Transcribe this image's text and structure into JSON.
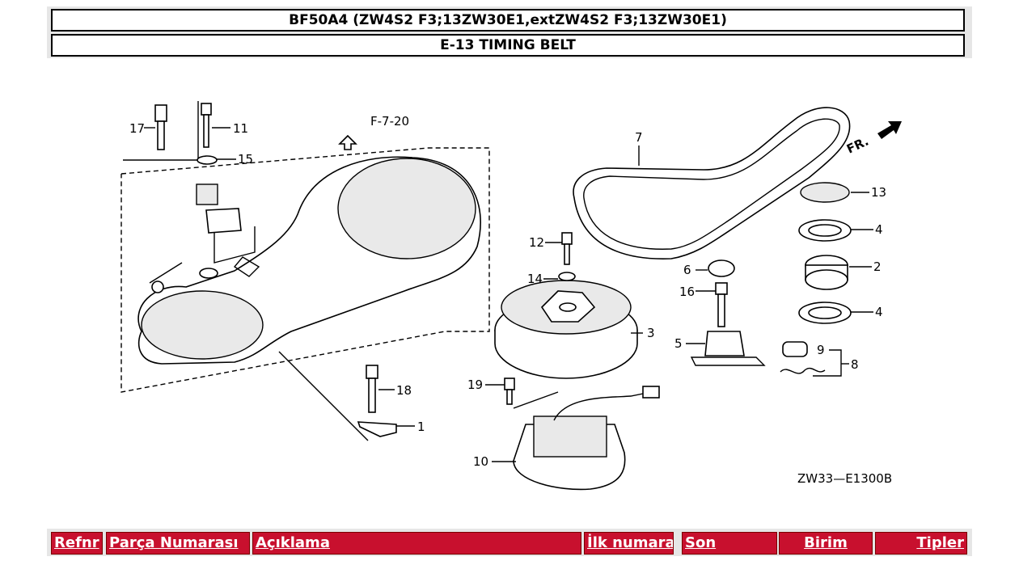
{
  "header": {
    "model_title": "BF50A4 (ZW4S2 F3;13ZW30E1,extZW4S2 F3;13ZW30E1)",
    "section_title": "E-13 TIMING BELT"
  },
  "diagram": {
    "ref_link": "F-7-20",
    "front_label": "FR.",
    "drawing_code": "ZW33—E1300B",
    "callouts": [
      "1",
      "2",
      "3",
      "4",
      "4",
      "5",
      "6",
      "7",
      "8",
      "9",
      "10",
      "11",
      "12",
      "13",
      "14",
      "15",
      "16",
      "17",
      "18",
      "19"
    ]
  },
  "table": {
    "columns": [
      "Refnr",
      "Parça Numarası",
      "Açıklama",
      "İlk numara",
      "Son",
      "Birim",
      "Tipler"
    ]
  },
  "colors": {
    "header_bg": "#c8102e",
    "header_text": "#ffffff"
  }
}
